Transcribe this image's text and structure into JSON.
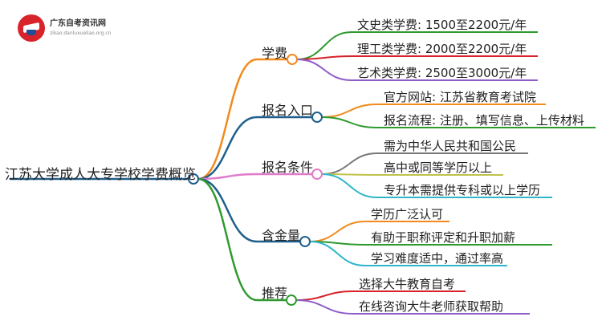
{
  "logo": {
    "name": "广东自考资讯网",
    "domain": "zikao.danluxueliao.org.cn"
  },
  "root": "江苏大学成人大专学校学费概览",
  "branches": [
    {
      "label": "学费",
      "color": "#f28a1c",
      "items": [
        "文史类学费: 1500至2200元/年",
        "理工类学费: 2000至2200元/年",
        "艺术类学费: 2500至3000元/年"
      ],
      "item_colors": [
        "#2e9a2e",
        "#d8232a",
        "#8e5bc9"
      ]
    },
    {
      "label": "报名入口",
      "color": "#1f5f8b",
      "items": [
        "官方网站: 江苏省教育考试院",
        "报名流程: 注册、填写信息、上传材料"
      ],
      "item_colors": [
        "#f28a1c",
        "#2e9a2e"
      ]
    },
    {
      "label": "报名条件",
      "color": "#e07bc8",
      "items": [
        "需为中华人民共和国公民",
        "高中或同等学历以上",
        "专升本需提供专科或以上学历"
      ],
      "item_colors": [
        "#7a7a7a",
        "#bfc24a",
        "#2fb6c9"
      ]
    },
    {
      "label": "含金量",
      "color": "#1f5f8b",
      "items": [
        "学历广泛认可",
        "有助于职称评定和升职加薪",
        "学习难度适中，通过率高"
      ],
      "item_colors": [
        "#f28a1c",
        "#2e9a2e",
        "#2fb6c9"
      ]
    },
    {
      "label": "推荐",
      "color": "#2e9a2e",
      "items": [
        "选择大牛教育自考",
        "在线咨询大牛老师获取帮助"
      ],
      "item_colors": [
        "#d8232a",
        "#8e5bc9"
      ]
    }
  ]
}
